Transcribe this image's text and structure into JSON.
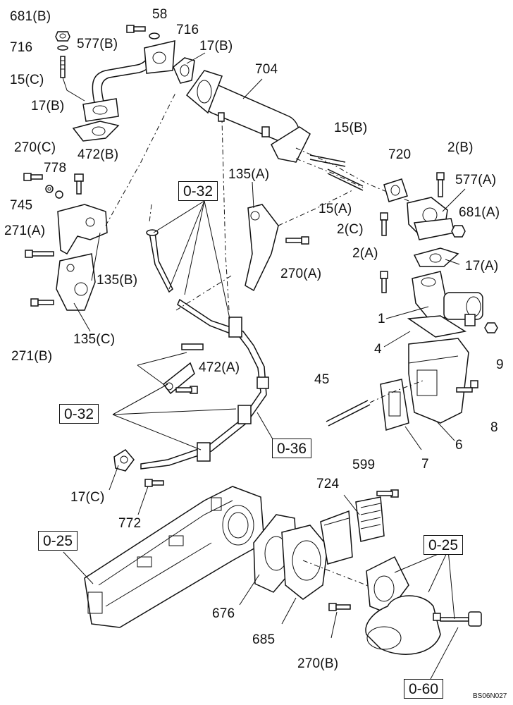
{
  "labels": {
    "l681b": "681(B)",
    "l58": "58",
    "l716a": "716",
    "l577b": "577(B)",
    "l716b": "716",
    "l17b_top": "17(B)",
    "l704": "704",
    "l15c": "15(C)",
    "l17b_left": "17(B)",
    "l15b": "15(B)",
    "l720": "720",
    "l2b": "2(B)",
    "l270c": "270(C)",
    "l472b": "472(B)",
    "l778": "778",
    "l135a": "135(A)",
    "l577a": "577(A)",
    "l745": "745",
    "l15a": "15(A)",
    "l681a": "681(A)",
    "l271a": "271(A)",
    "l2c": "2(C)",
    "l270a": "270(A)",
    "l2a": "2(A)",
    "l17a": "17(A)",
    "l135b": "135(B)",
    "l1": "1",
    "l135c": "135(C)",
    "l4": "4",
    "l9": "9",
    "l271b": "271(B)",
    "l472a": "472(A)",
    "l45": "45",
    "l8": "8",
    "l6": "6",
    "l7": "7",
    "l599": "599",
    "l17c": "17(C)",
    "l724": "724",
    "l772": "772",
    "l676": "676",
    "l685": "685",
    "l270b": "270(B)"
  },
  "refs": {
    "r032a": "0-32",
    "r032b": "0-32",
    "r036": "0-36",
    "r025a": "0-25",
    "r025b": "0-25",
    "r060": "0-60"
  },
  "drawing_code": "BS06N027"
}
